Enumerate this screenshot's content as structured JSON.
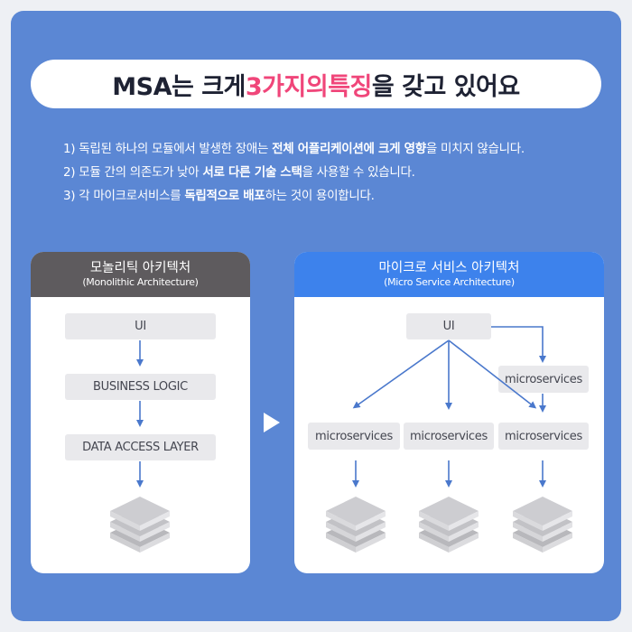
{
  "title": {
    "part1": "MSA는 크게 ",
    "highlight1": "3가지의",
    "part2": " ",
    "highlight2": "특징",
    "part3": "을 갖고 있어요"
  },
  "points": [
    {
      "pre": "1) 독립된 하나의 모듈에서 발생한 장애는 ",
      "bold": "전체 어플리케이션에 크게 영향",
      "post": "을 미치지 않습니다."
    },
    {
      "pre": "2) 모듈 간의 의존도가 낮아 ",
      "bold": "서로 다른 기술 스택",
      "post": "을 사용할 수 있습니다."
    },
    {
      "pre": "3) 각 마이크로서비스를 ",
      "bold": "독립적으로 배포",
      "post": "하는 것이 용이합니다."
    }
  ],
  "monolithic": {
    "title": "모놀리틱 아키텍처",
    "subtitle": "(Monolithic Architecture)",
    "layers": [
      "UI",
      "BUSINESS LOGIC",
      "DATA ACCESS LAYER"
    ]
  },
  "msa": {
    "title": "마이크로 서비스 아키텍처",
    "subtitle": "(Micro Service Architecture)",
    "ui": "UI",
    "services": [
      "microservices",
      "microservices",
      "microservices",
      "microservices"
    ]
  },
  "colors": {
    "background": "#5b87d4",
    "highlight": "#f0467a",
    "monolithic_header": "#5e5b5e",
    "msa_header": "#3d82ec",
    "arrow": "#4a78cc"
  },
  "icons": [
    "play-arrow-icon",
    "database-stack-icon",
    "down-arrow-icon"
  ]
}
